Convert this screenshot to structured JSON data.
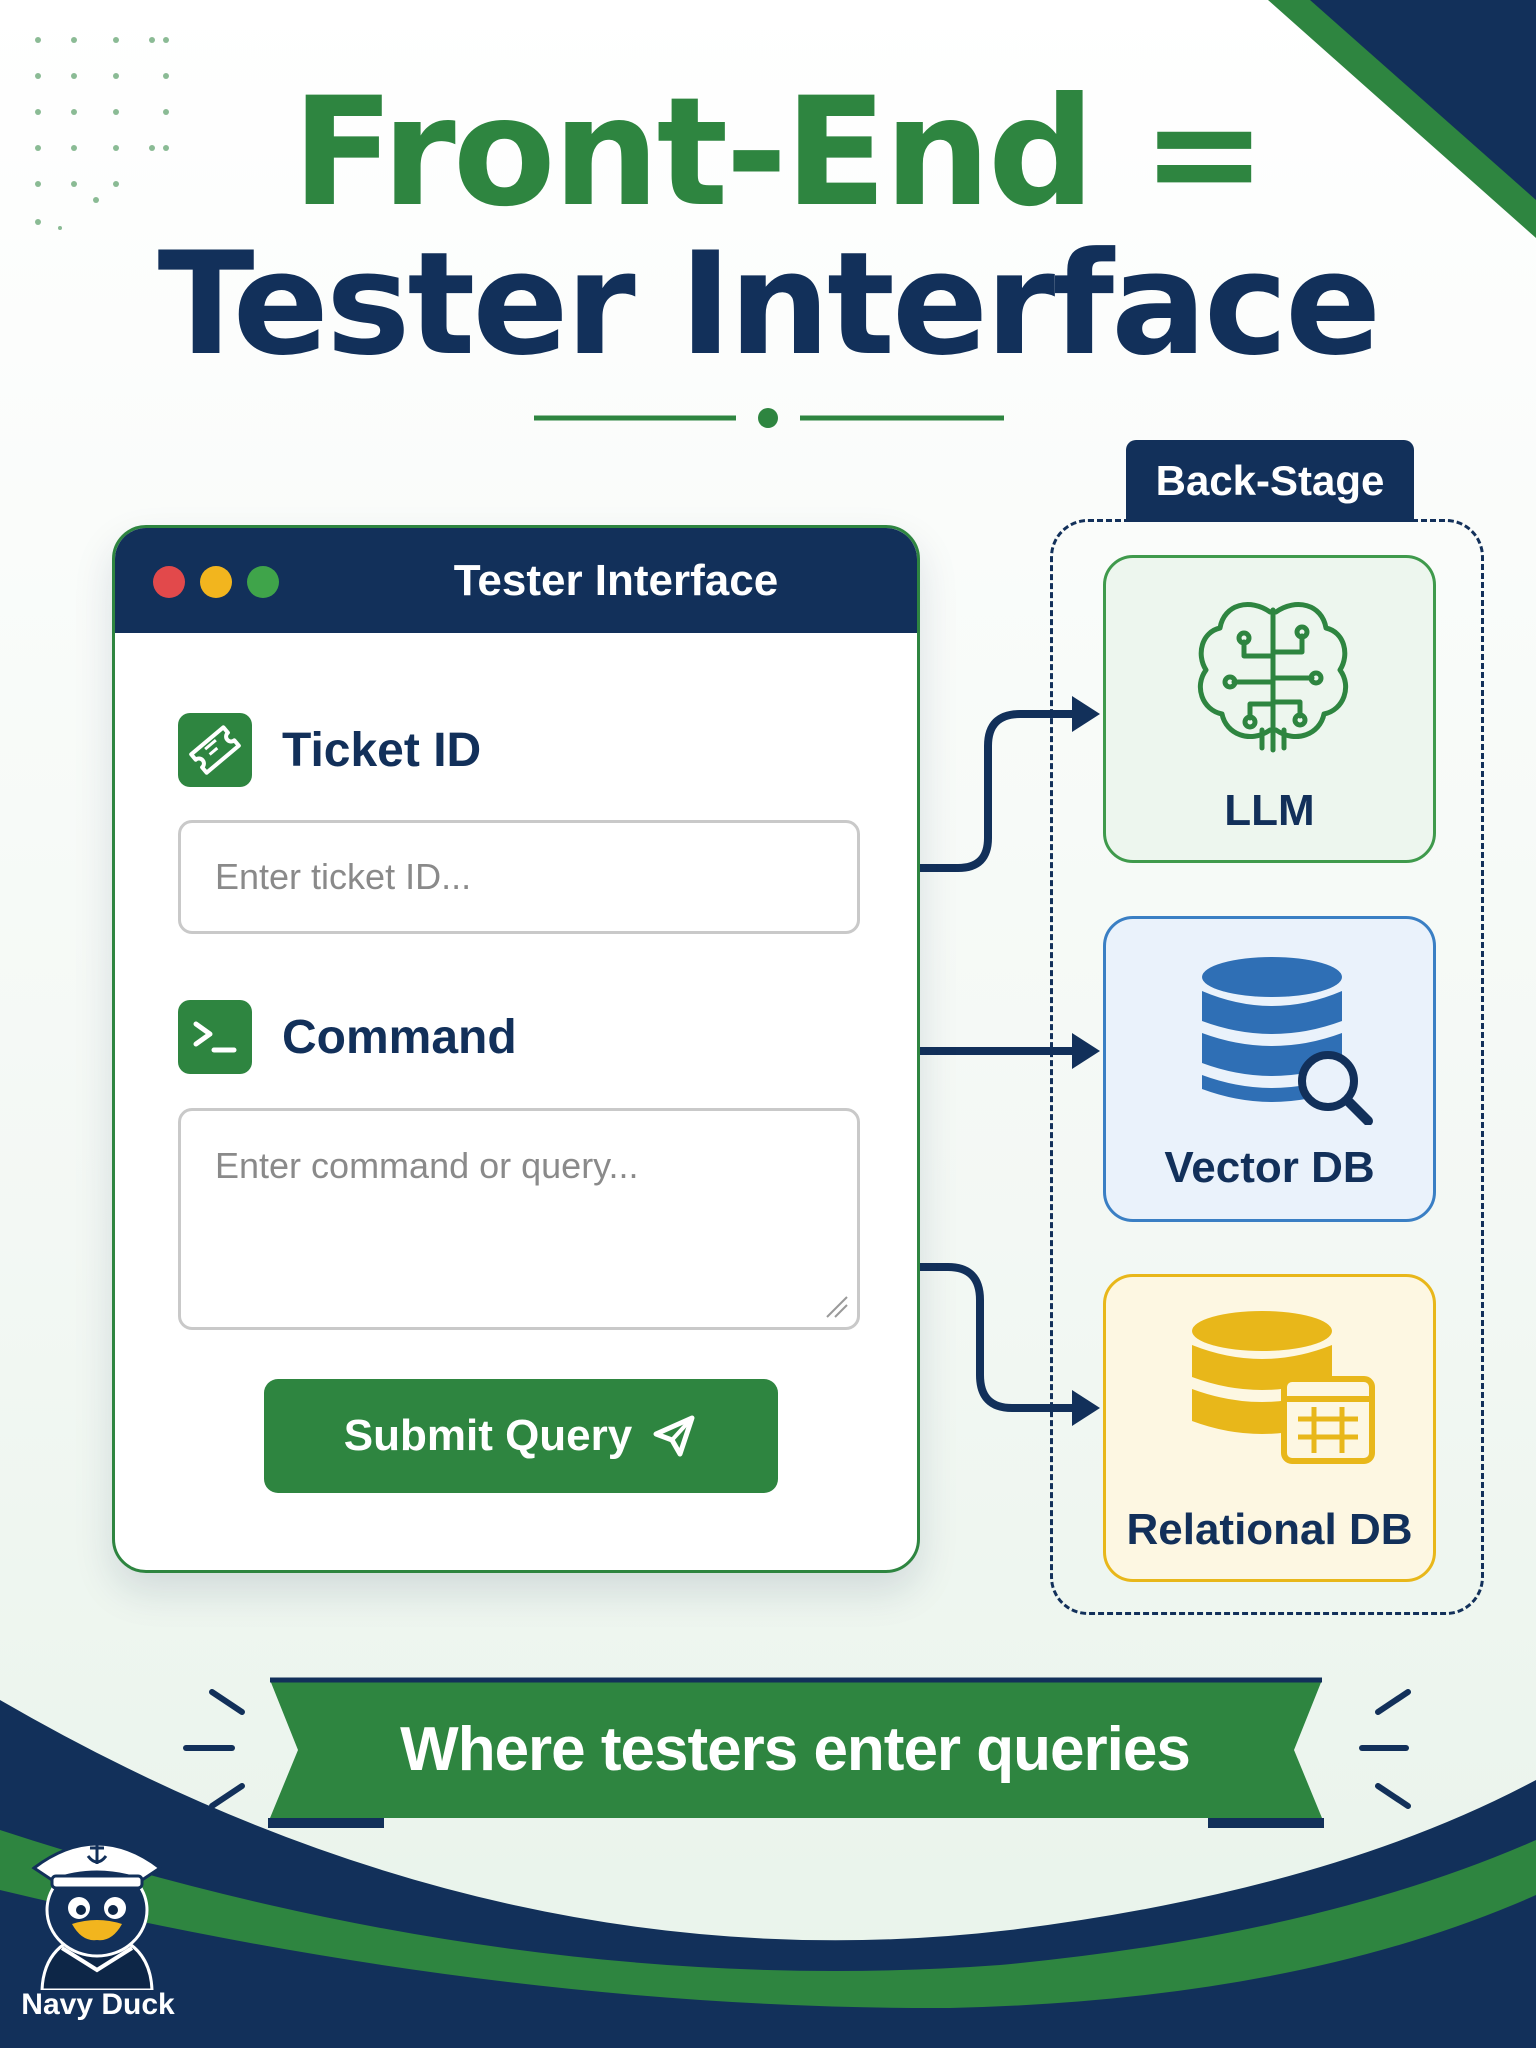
{
  "title": {
    "line1": "Front-End =",
    "line2": "Tester Interface"
  },
  "window": {
    "title": "Tester Interface",
    "ticket": {
      "label": "Ticket ID",
      "placeholder": "Enter ticket ID...",
      "icon": "ticket-icon"
    },
    "command": {
      "label": "Command",
      "placeholder": "Enter command or query...",
      "icon": "terminal-icon"
    },
    "submit_label": "Submit Query",
    "submit_icon": "paper-plane-icon"
  },
  "backstage": {
    "title": "Back-Stage",
    "services": [
      {
        "label": "LLM",
        "icon": "brain-circuit-icon"
      },
      {
        "label": "Vector DB",
        "icon": "database-search-icon"
      },
      {
        "label": "Relational DB",
        "icon": "database-table-icon"
      }
    ]
  },
  "banner": "Where testers enter queries",
  "brand": "Navy Duck",
  "colors": {
    "green": "#2e8540",
    "navy": "#12305a",
    "blue": "#1f4f8f",
    "vector_blue": "#3a7fc4",
    "gold": "#e8b71a",
    "red_dot": "#e2494b",
    "yellow_dot": "#f2b51e",
    "green_dot": "#3fa44a"
  }
}
